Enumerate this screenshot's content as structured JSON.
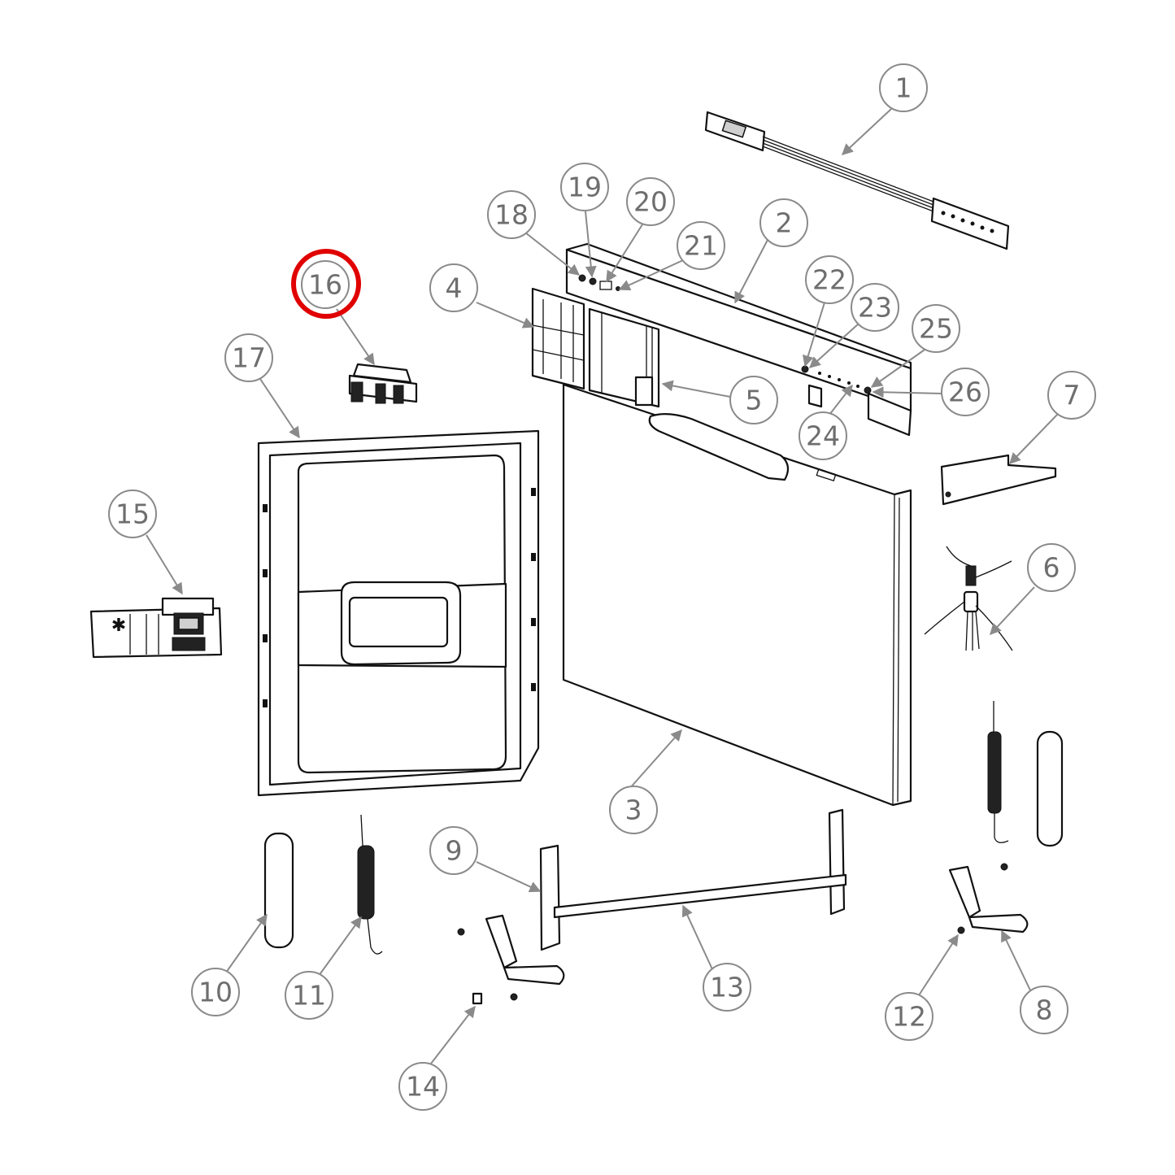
{
  "diagram": {
    "highlight_color": "#e00000",
    "highlighted_callout": "16",
    "callouts": [
      "1",
      "2",
      "3",
      "4",
      "5",
      "6",
      "7",
      "8",
      "9",
      "10",
      "11",
      "12",
      "13",
      "14",
      "15",
      "16",
      "17",
      "18",
      "19",
      "20",
      "21",
      "22",
      "23",
      "24",
      "25",
      "26"
    ]
  }
}
